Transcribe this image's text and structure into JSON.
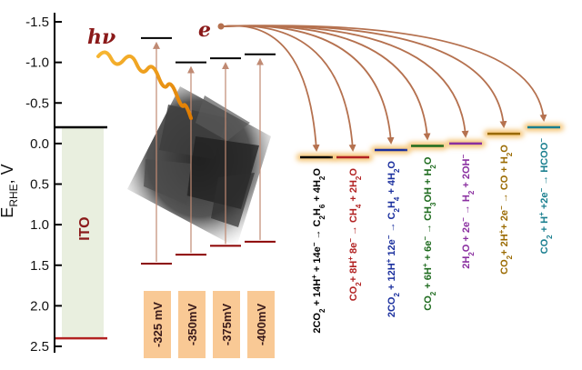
{
  "axis": {
    "title_main": "E",
    "title_sub": "RHE",
    "title_unit": ", V",
    "ticks": [
      {
        "value": -1.5,
        "label": "-1.5"
      },
      {
        "value": -1.0,
        "label": "-1.0"
      },
      {
        "value": -0.5,
        "label": "-0.5"
      },
      {
        "value": 0.0,
        "label": "0.0"
      },
      {
        "value": 0.5,
        "label": "0.5"
      },
      {
        "value": 1.0,
        "label": "1.0"
      },
      {
        "value": 1.5,
        "label": "1.5"
      },
      {
        "value": 2.0,
        "label": "2.0"
      },
      {
        "value": 2.5,
        "label": "2.5"
      }
    ],
    "range": [
      -1.7,
      2.6
    ]
  },
  "ito": {
    "label": "ITO",
    "top": -0.2,
    "bottom": 2.4,
    "fill": "#e9efdf",
    "label_color": "#8b1a1a"
  },
  "photon": {
    "label": "hν",
    "color": "#8b1a1a"
  },
  "electron": {
    "label": "e",
    "color": "#8b1a1a"
  },
  "photocathodes": [
    {
      "label": "-325 mV",
      "cb": -1.3,
      "vb": 1.48
    },
    {
      "label": "-350mV",
      "cb": -1.0,
      "vb": 1.37
    },
    {
      "label": "-375mV",
      "cb": -1.05,
      "vb": 1.26
    },
    {
      "label": "-400mV",
      "cb": -1.1,
      "vb": 1.21
    }
  ],
  "reactions": [
    {
      "parts": [
        "2CO",
        "2",
        " + 14H",
        "+",
        " + 14e",
        "−",
        " → C",
        "2",
        "H",
        "6",
        " + 4H",
        "2",
        "O"
      ],
      "potential": 0.17,
      "color": "#000000",
      "glow": "#f4c06a"
    },
    {
      "parts": [
        "CO",
        "2",
        "+ 8H",
        "+",
        " 8e",
        "−",
        " → CH",
        "4",
        " + 2H",
        "2",
        "O"
      ],
      "potential": 0.17,
      "color": "#b22222",
      "glow": "#f4c06a"
    },
    {
      "parts": [
        "2CO",
        "2",
        " + 12H",
        "+",
        " 12e",
        "−",
        " → C",
        "2",
        "H",
        "4",
        " + 4H",
        "2",
        "O"
      ],
      "potential": 0.08,
      "color": "#1a2f9e",
      "glow": "#f4c06a"
    },
    {
      "parts": [
        "CO",
        "2",
        " + 6H",
        "+",
        " + 6e",
        "−",
        " → CH",
        "3",
        "OH + H",
        "2",
        "O"
      ],
      "potential": 0.03,
      "color": "#1e6b1e",
      "glow": "#f4c06a"
    },
    {
      "parts": [
        "2H",
        "2",
        "O + 2e",
        "−",
        " → H",
        "2",
        " + 2OH",
        "−",
        "",
        "",
        "",
        "",
        ""
      ],
      "potential": 0.0,
      "color": "#8a2fa0",
      "glow": "#f4c06a"
    },
    {
      "parts": [
        "CO",
        "2",
        "+ 2H",
        "+",
        "+ 2e",
        "−",
        " → CO + H",
        "2",
        "O",
        "",
        "",
        "",
        ""
      ],
      "potential": -0.12,
      "color": "#9a6a00",
      "glow": "#f4c06a"
    },
    {
      "parts": [
        "CO",
        "2",
        " + H",
        "+",
        " +2e",
        "−",
        " → HCOO",
        "−",
        "",
        "",
        "",
        "",
        ""
      ],
      "potential": -0.2,
      "color": "#1a7f8f",
      "glow": "#f4c06a"
    }
  ],
  "colors": {
    "arrow": "#b5714f",
    "band_line": "#8b0000",
    "mv_box": "#f9c995"
  }
}
